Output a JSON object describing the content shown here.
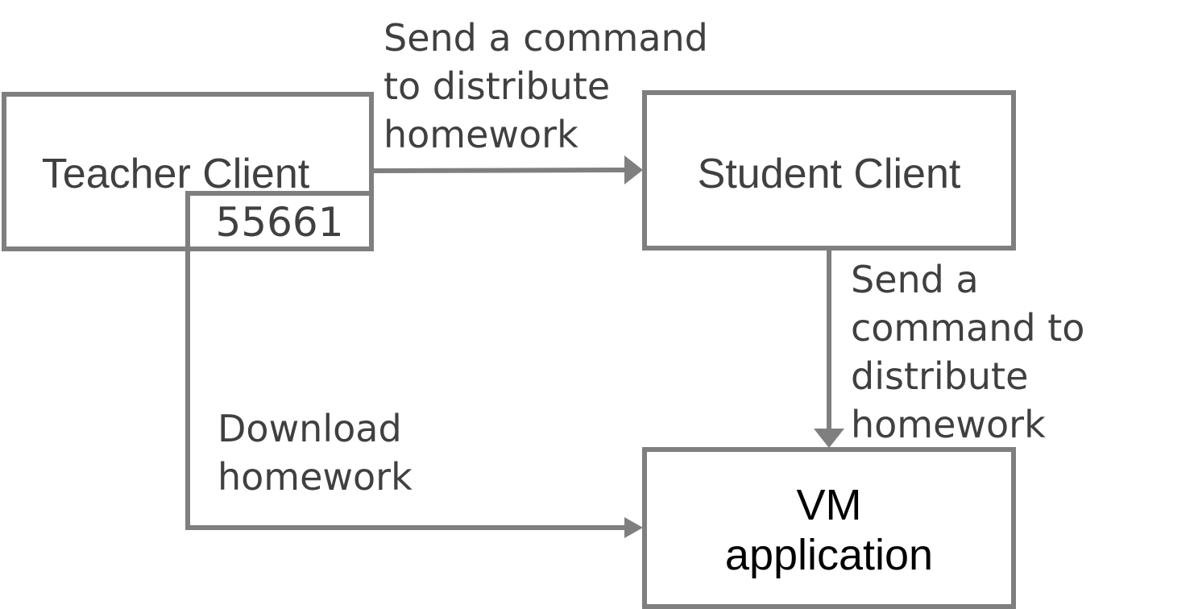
{
  "nodes": {
    "teacher": {
      "label": "Teacher Client",
      "port": "55661"
    },
    "student": {
      "label": "Student Client"
    },
    "vm": {
      "label_line1": "VM",
      "label_line2": "application"
    }
  },
  "edges": {
    "teacher_to_student": {
      "label": "Send a command\nto distribute\nhomework"
    },
    "student_to_vm": {
      "label": "Send a\ncommand to\ndistribute\nhomework"
    },
    "teacher_to_vm": {
      "label": "Download\nhomework"
    }
  },
  "colors": {
    "stroke": "#7f7f7f",
    "box_text": "#404040",
    "vm_text": "#000000",
    "edge_text": "#404040"
  }
}
